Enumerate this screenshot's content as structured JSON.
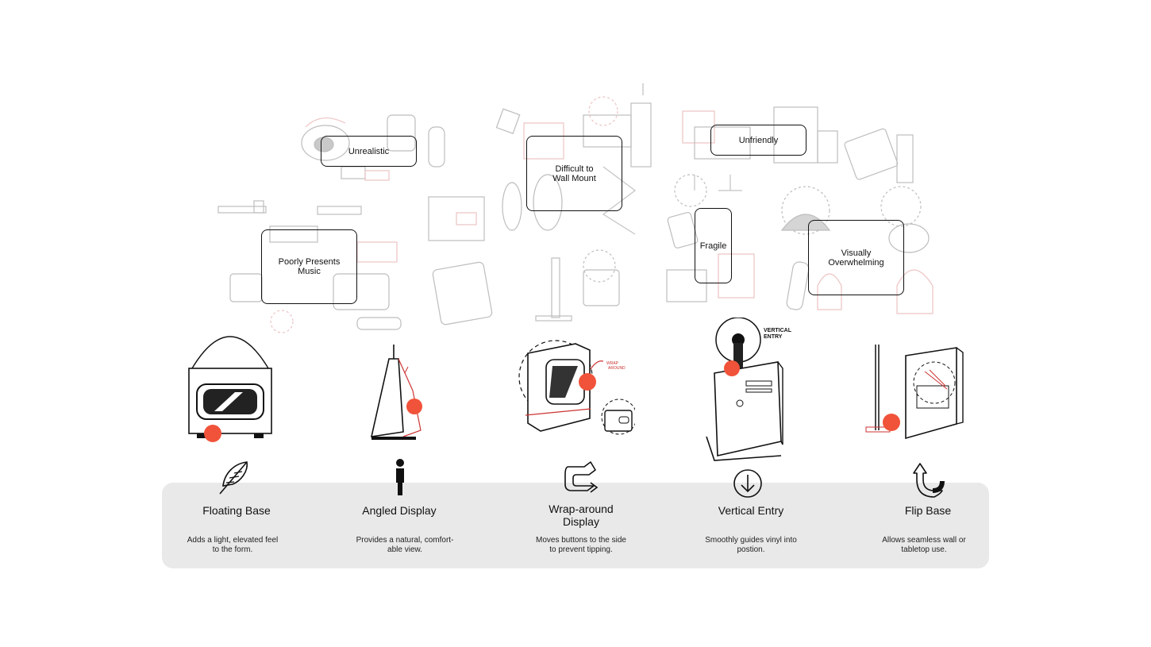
{
  "critiques": [
    {
      "id": "unrealistic",
      "label": "Unrealistic"
    },
    {
      "id": "wall-mount",
      "label": "Difficult to\nWall Mount"
    },
    {
      "id": "unfriendly",
      "label": "Unfriendly"
    },
    {
      "id": "poorly-presents",
      "label": "Poorly Presents\nMusic"
    },
    {
      "id": "fragile",
      "label": "Fragile"
    },
    {
      "id": "overwhelming",
      "label": "Visually\nOverwhelming"
    }
  ],
  "sketch_annotations": {
    "vertical_entry": "VERTICAL\nENTRY",
    "wrap_around": "WRAP\nAROUND"
  },
  "features": [
    {
      "icon": "feather-icon",
      "title": "Floating Base",
      "description": "Adds a light, elevated feel\nto the form."
    },
    {
      "icon": "standing-person-icon",
      "title": "Angled Display",
      "description": "Provides a natural, comfort-\nable view."
    },
    {
      "icon": "wrap-arrow-icon",
      "title": "Wrap-around\nDisplay",
      "description": "Moves buttons to the side\nto prevent tipping."
    },
    {
      "icon": "down-arrow-circle-icon",
      "title": "Vertical Entry",
      "description": "Smoothly guides vinyl into\npostion."
    },
    {
      "icon": "flip-arrow-icon",
      "title": "Flip Base",
      "description": "Allows seamless wall or\ntabletop use."
    }
  ],
  "colors": {
    "accent": "#f0533a",
    "sketch_red": "#d9534f",
    "panel": "#e9e9e9",
    "ink": "#111111"
  }
}
